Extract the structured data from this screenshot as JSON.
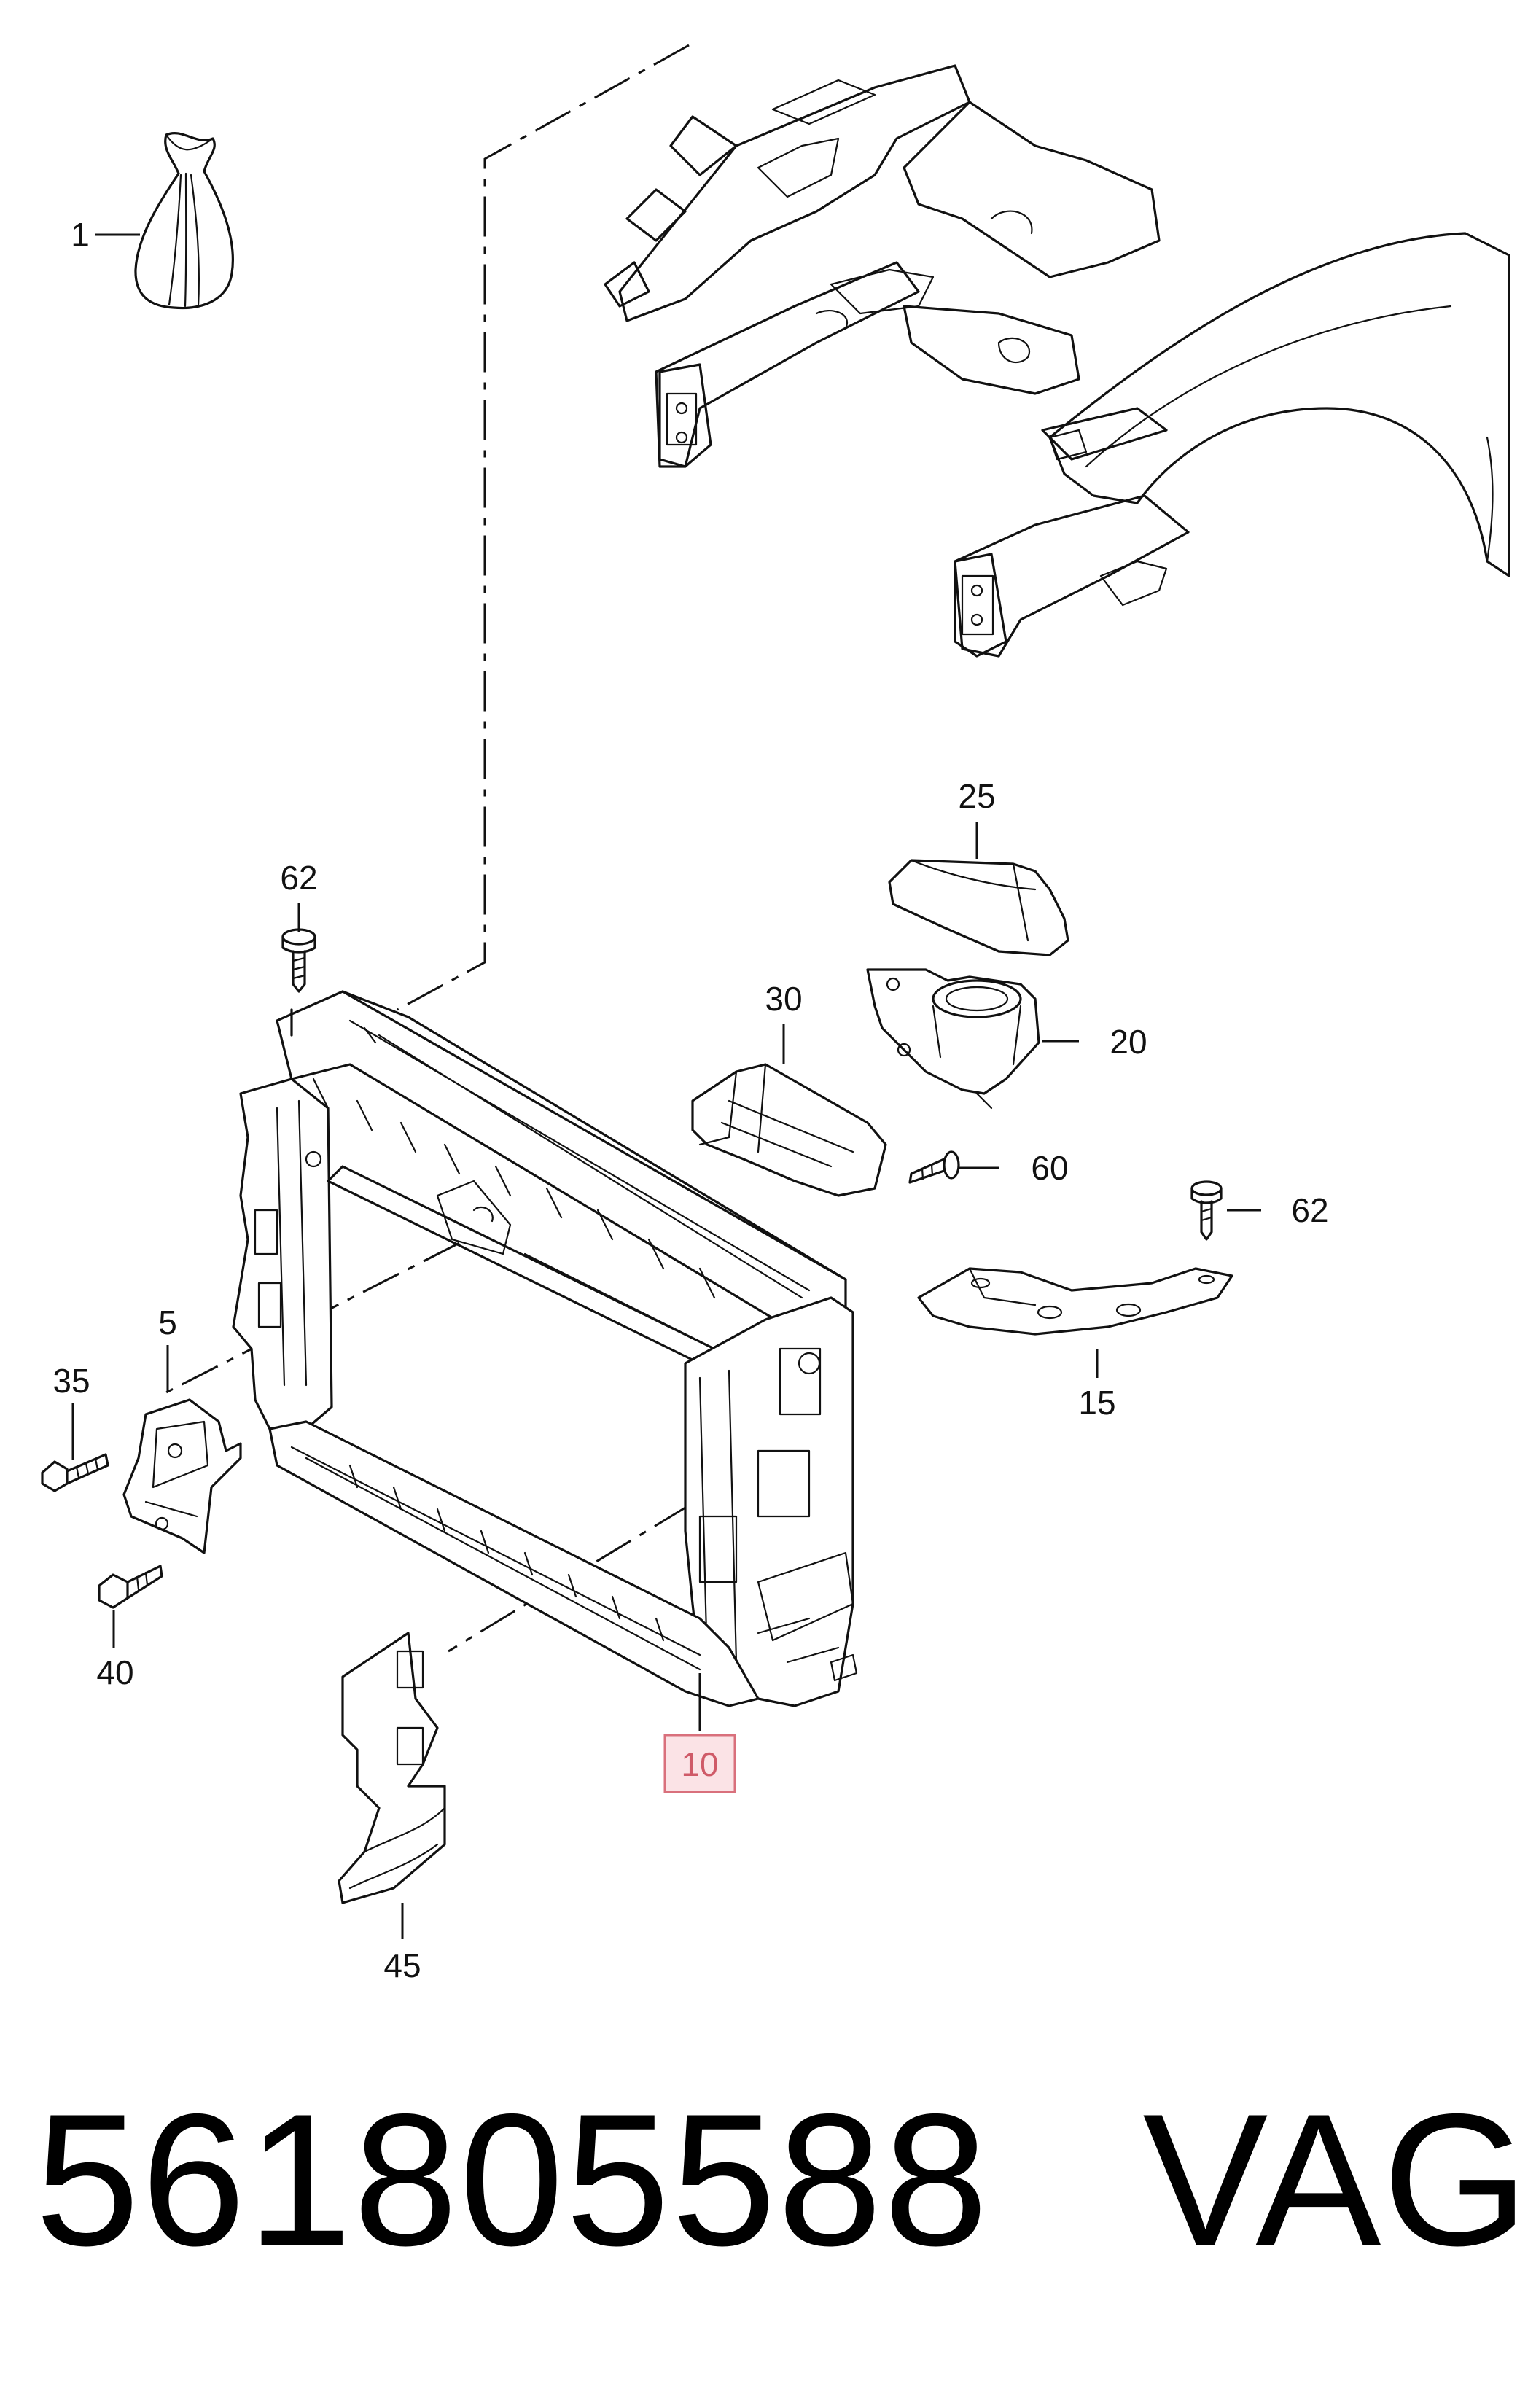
{
  "diagram": {
    "callouts": [
      {
        "id": "1",
        "label": "1"
      },
      {
        "id": "5",
        "label": "5"
      },
      {
        "id": "10",
        "label": "10",
        "highlighted": true
      },
      {
        "id": "15",
        "label": "15"
      },
      {
        "id": "20",
        "label": "20"
      },
      {
        "id": "25",
        "label": "25"
      },
      {
        "id": "30",
        "label": "30"
      },
      {
        "id": "35",
        "label": "35"
      },
      {
        "id": "40",
        "label": "40"
      },
      {
        "id": "45",
        "label": "45"
      },
      {
        "id": "60",
        "label": "60"
      },
      {
        "id": "62a",
        "label": "62"
      },
      {
        "id": "62b",
        "label": "62"
      }
    ],
    "highlight_color": "#cf5a68",
    "highlight_fill": "#fbe3e6"
  },
  "footer": {
    "part_number": "561805588",
    "brand": "VAG"
  }
}
